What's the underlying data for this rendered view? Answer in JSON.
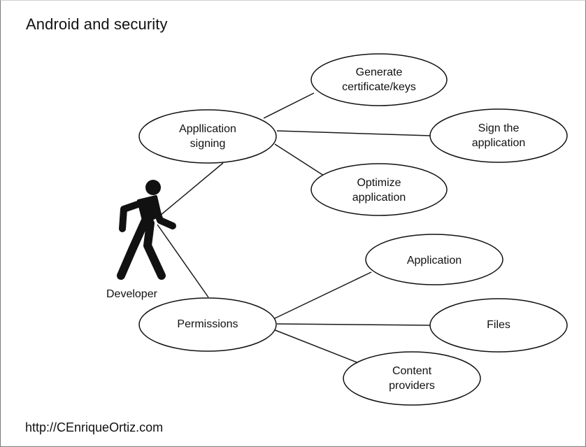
{
  "title": "Android and security",
  "footer": "http://CEnriqueOrtiz.com",
  "actor": {
    "label": "Developer",
    "icon": "walking-person-icon"
  },
  "nodes": {
    "signing": [
      "Appllication",
      "signing"
    ],
    "generate": [
      "Generate",
      "certificate/keys"
    ],
    "sign": [
      "Sign the",
      "application"
    ],
    "optimize": [
      "Optimize",
      "application"
    ],
    "permissions": [
      "Permissions"
    ],
    "application": [
      "Application"
    ],
    "files": [
      "Files"
    ],
    "content": [
      "Content",
      "providers"
    ]
  },
  "colors": {
    "line": "#1a1a1a",
    "figure": "#111111",
    "border": "#7a7a7a"
  }
}
